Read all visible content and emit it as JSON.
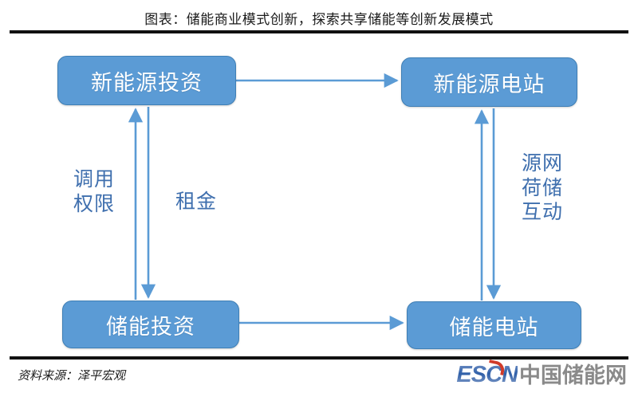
{
  "figure": {
    "title": "图表：储能商业模式创新，探索共享储能等创新发展模式",
    "source_label": "资料来源：泽平宏观"
  },
  "colors": {
    "node_fill": "#5b9bd5",
    "node_border": "#3f7fb5",
    "node_text": "#ffffff",
    "edge_line": "#5b9bd5",
    "edge_label_text": "#3f6fae",
    "rule": "#111111",
    "logo_blue": "#2f5fa8",
    "logo_red": "#d03b2a",
    "logo_gray": "#8a8a8a"
  },
  "nodes": {
    "top_left": "新能源投资",
    "top_right": "新能源电站",
    "bottom_left": "储能投资",
    "bottom_right": "储能电站"
  },
  "edge_labels": {
    "dispatch_right": "调用\n权限",
    "rent": "租金",
    "interaction": "源网\n荷储\n互动"
  },
  "edges": [
    {
      "name": "new-energy-investment-to-new-energy-plant",
      "from": "top_left",
      "to": "top_right",
      "direction": "right",
      "label": ""
    },
    {
      "name": "storage-investment-to-storage-plant",
      "from": "bottom_left",
      "to": "bottom_right",
      "direction": "right",
      "label": ""
    },
    {
      "name": "storage-investment-to-new-energy-investment",
      "from": "bottom_left",
      "to": "top_left",
      "direction": "up",
      "label": "调用权限"
    },
    {
      "name": "new-energy-investment-to-storage-investment",
      "from": "top_left",
      "to": "bottom_left",
      "direction": "down",
      "label": "租金"
    },
    {
      "name": "storage-plant-to-new-energy-plant",
      "from": "bottom_right",
      "to": "top_right",
      "direction": "up",
      "label": "源网荷储互动"
    },
    {
      "name": "new-energy-plant-to-storage-plant",
      "from": "top_right",
      "to": "bottom_right",
      "direction": "down",
      "label": "源网荷储互动"
    }
  ],
  "logo": {
    "mark": "ESCN",
    "name": "中国储能网"
  }
}
